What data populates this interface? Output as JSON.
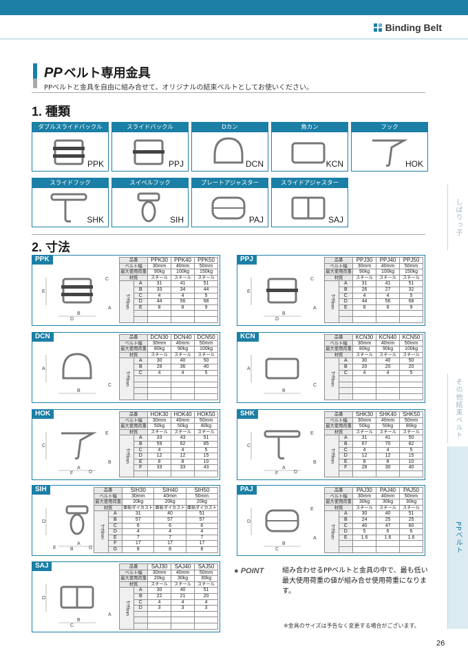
{
  "brand": "Binding Belt",
  "title": {
    "prefix": "PP",
    "main": "ベルト専用金具",
    "subtitle": "PPベルトと金具を自由に組み合せて、オリジナルの結束ベルトとしてお使いください。"
  },
  "section1": "1. 種類",
  "section2": "2. 寸法",
  "types": [
    {
      "name": "ダブルスライドバックル",
      "code": "PPK"
    },
    {
      "name": "スライドバックル",
      "code": "PPJ"
    },
    {
      "name": "Dカン",
      "code": "DCN"
    },
    {
      "name": "角カン",
      "code": "KCN"
    },
    {
      "name": "フック",
      "code": "HOK"
    },
    {
      "name": "スライドフック",
      "code": "SHK"
    },
    {
      "name": "スイベルフック",
      "code": "SIH"
    },
    {
      "name": "プレートアジャスター",
      "code": "PAJ"
    },
    {
      "name": "スライドアジャスター",
      "code": "SAJ"
    }
  ],
  "labels": {
    "hinban": "品番",
    "width": "ベルト幅",
    "load": "最大使用荷重",
    "material": "材質",
    "dim": "寸法mm"
  },
  "panels": [
    {
      "tag": "PPK",
      "models": [
        "PPK30",
        "PPK40",
        "PPK50"
      ],
      "widths": [
        "30mm",
        "40mm",
        "50mm"
      ],
      "loads": [
        "90kg",
        "100kg",
        "150kg"
      ],
      "materials": [
        "スチール",
        "スチール",
        "スチール"
      ],
      "dims": [
        {
          "k": "A",
          "v": [
            "31",
            "41",
            "51"
          ]
        },
        {
          "k": "B",
          "v": [
            "33",
            "34",
            "44"
          ]
        },
        {
          "k": "C",
          "v": [
            "4",
            "4",
            "5"
          ]
        },
        {
          "k": "D",
          "v": [
            "44",
            "56",
            "68"
          ]
        },
        {
          "k": "E",
          "v": [
            "8",
            "8",
            "9"
          ]
        }
      ],
      "letters": [
        "B",
        "E",
        "A",
        "D",
        "C"
      ]
    },
    {
      "tag": "PPJ",
      "models": [
        "PPJ30",
        "PPJ40",
        "PPJ50"
      ],
      "widths": [
        "30mm",
        "40mm",
        "50mm"
      ],
      "loads": [
        "90kg",
        "100kg",
        "150kg"
      ],
      "materials": [
        "スチール",
        "スチール",
        "スチール"
      ],
      "dims": [
        {
          "k": "A",
          "v": [
            "31",
            "41",
            "51"
          ]
        },
        {
          "k": "B",
          "v": [
            "26",
            "27",
            "32"
          ]
        },
        {
          "k": "C",
          "v": [
            "4",
            "4",
            "5"
          ]
        },
        {
          "k": "D",
          "v": [
            "44",
            "56",
            "68"
          ]
        },
        {
          "k": "E",
          "v": [
            "8",
            "8",
            "9"
          ]
        }
      ],
      "letters": [
        "B",
        "E",
        "A",
        "D",
        "C"
      ]
    },
    {
      "tag": "DCN",
      "models": [
        "DCN30",
        "DCN40",
        "DCN50"
      ],
      "widths": [
        "30mm",
        "40mm",
        "50mm"
      ],
      "loads": [
        "80kg",
        "90kg",
        "100kg"
      ],
      "materials": [
        "スチール",
        "スチール",
        "スチール"
      ],
      "dims": [
        {
          "k": "A",
          "v": [
            "30",
            "40",
            "50"
          ]
        },
        {
          "k": "B",
          "v": [
            "28",
            "36",
            "40"
          ]
        },
        {
          "k": "C",
          "v": [
            "4",
            "4",
            "5"
          ]
        }
      ],
      "letters": [
        "B",
        "A",
        "C"
      ]
    },
    {
      "tag": "KCN",
      "models": [
        "KCN30",
        "KCN40",
        "KCN50"
      ],
      "widths": [
        "30mm",
        "40mm",
        "50mm"
      ],
      "loads": [
        "80kg",
        "90kg",
        "100kg"
      ],
      "materials": [
        "スチール",
        "スチール",
        "スチール"
      ],
      "dims": [
        {
          "k": "A",
          "v": [
            "30",
            "40",
            "50"
          ]
        },
        {
          "k": "B",
          "v": [
            "20",
            "20",
            "20"
          ]
        },
        {
          "k": "C",
          "v": [
            "4",
            "4",
            "5"
          ]
        }
      ],
      "letters": [
        "B",
        "A",
        "C"
      ]
    },
    {
      "tag": "HOK",
      "models": [
        "HOK30",
        "HOK40",
        "HOK50"
      ],
      "widths": [
        "30mm",
        "40mm",
        "50mm"
      ],
      "loads": [
        "50kg",
        "50kg",
        "80kg"
      ],
      "materials": [
        "スチール",
        "スチール",
        "スチール"
      ],
      "dims": [
        {
          "k": "A",
          "v": [
            "33",
            "43",
            "51"
          ]
        },
        {
          "k": "B",
          "v": [
            "59",
            "62",
            "85"
          ]
        },
        {
          "k": "C",
          "v": [
            "4",
            "4",
            "5"
          ]
        },
        {
          "k": "D",
          "v": [
            "12",
            "12",
            "15"
          ]
        },
        {
          "k": "E",
          "v": [
            "8",
            "8",
            "10"
          ]
        },
        {
          "k": "F",
          "v": [
            "33",
            "33",
            "43"
          ]
        }
      ],
      "letters": [
        "A",
        "C",
        "B",
        "F",
        "E",
        "D"
      ]
    },
    {
      "tag": "SHK",
      "models": [
        "SHK30",
        "SHK40",
        "SHK50"
      ],
      "widths": [
        "30mm",
        "40mm",
        "50mm"
      ],
      "loads": [
        "50kg",
        "50kg",
        "80kg"
      ],
      "materials": [
        "スチール",
        "スチール",
        "スチール"
      ],
      "dims": [
        {
          "k": "A",
          "v": [
            "31",
            "41",
            "50"
          ]
        },
        {
          "k": "B",
          "v": [
            "67",
            "70",
            "82"
          ]
        },
        {
          "k": "C",
          "v": [
            "4",
            "4",
            "5"
          ]
        },
        {
          "k": "D",
          "v": [
            "12",
            "12",
            "15"
          ]
        },
        {
          "k": "E",
          "v": [
            "8",
            "8",
            "10"
          ]
        },
        {
          "k": "F",
          "v": [
            "28",
            "30",
            "40"
          ]
        }
      ],
      "letters": [
        "A",
        "C",
        "B",
        "F",
        "E",
        "D"
      ]
    },
    {
      "tag": "SIH",
      "models": [
        "SIH30",
        "SIH40",
        "SIH50"
      ],
      "widths": [
        "30mm",
        "40mm",
        "50mm"
      ],
      "loads": [
        "20kg",
        "20kg",
        "20kg"
      ],
      "materials": [
        "亜鉛ダイカスト",
        "亜鉛ダイカスト",
        "亜鉛ダイカスト"
      ],
      "dims": [
        {
          "k": "A",
          "v": [
            "31",
            "40",
            "51"
          ]
        },
        {
          "k": "B",
          "v": [
            "57",
            "57",
            "57"
          ]
        },
        {
          "k": "C",
          "v": [
            "6",
            "6",
            "6"
          ]
        },
        {
          "k": "D",
          "v": [
            "4",
            "4",
            "4"
          ]
        },
        {
          "k": "E",
          "v": [
            "7",
            "7",
            "7"
          ]
        },
        {
          "k": "F",
          "v": [
            "17",
            "17",
            "17"
          ]
        },
        {
          "k": "G",
          "v": [
            "8",
            "8",
            "8"
          ]
        }
      ],
      "letters": [
        "A",
        "D",
        "C",
        "B",
        "F",
        "G",
        "E"
      ]
    },
    {
      "tag": "PAJ",
      "models": [
        "PAJ30",
        "PAJ40",
        "PAJ50"
      ],
      "widths": [
        "30mm",
        "40mm",
        "50mm"
      ],
      "loads": [
        "30kg",
        "30kg",
        "30kg"
      ],
      "materials": [
        "スチール",
        "スチール",
        "スチール"
      ],
      "dims": [
        {
          "k": "A",
          "v": [
            "30",
            "40",
            "51"
          ]
        },
        {
          "k": "B",
          "v": [
            "24",
            "25",
            "25"
          ]
        },
        {
          "k": "C",
          "v": [
            "40",
            "47",
            "60"
          ]
        },
        {
          "k": "D",
          "v": [
            "5",
            "6",
            "6"
          ]
        },
        {
          "k": "E",
          "v": [
            "1.6",
            "1.6",
            "1.6"
          ]
        }
      ],
      "letters": [
        "B",
        "D",
        "A",
        "C",
        "E"
      ]
    },
    {
      "tag": "SAJ",
      "models": [
        "SAJ30",
        "SAJ40",
        "SAJ50"
      ],
      "widths": [
        "30mm",
        "40mm",
        "50mm"
      ],
      "loads": [
        "20kg",
        "30kg",
        "30kg"
      ],
      "materials": [
        "スチール",
        "スチール",
        "スチール"
      ],
      "dims": [
        {
          "k": "A",
          "v": [
            "30",
            "40",
            "51"
          ]
        },
        {
          "k": "B",
          "v": [
            "22",
            "21",
            "20"
          ]
        },
        {
          "k": "C",
          "v": [
            "4",
            "4",
            "4"
          ]
        },
        {
          "k": "D",
          "v": [
            "3",
            "3",
            "3"
          ]
        }
      ],
      "letters": [
        "B",
        "D",
        "A",
        "C"
      ]
    }
  ],
  "point": {
    "logo": "POINT",
    "text": "組み合わせるPPベルトと金具の中で、最も低い最大使用荷重の値が組み合せ使用荷重になります。"
  },
  "footnote": "※金具のサイズは予告なく変更する場合がございます。",
  "side_tabs": [
    "しばりっ子",
    "その他結束ベルト",
    "PPベルト"
  ],
  "page_number": "26"
}
